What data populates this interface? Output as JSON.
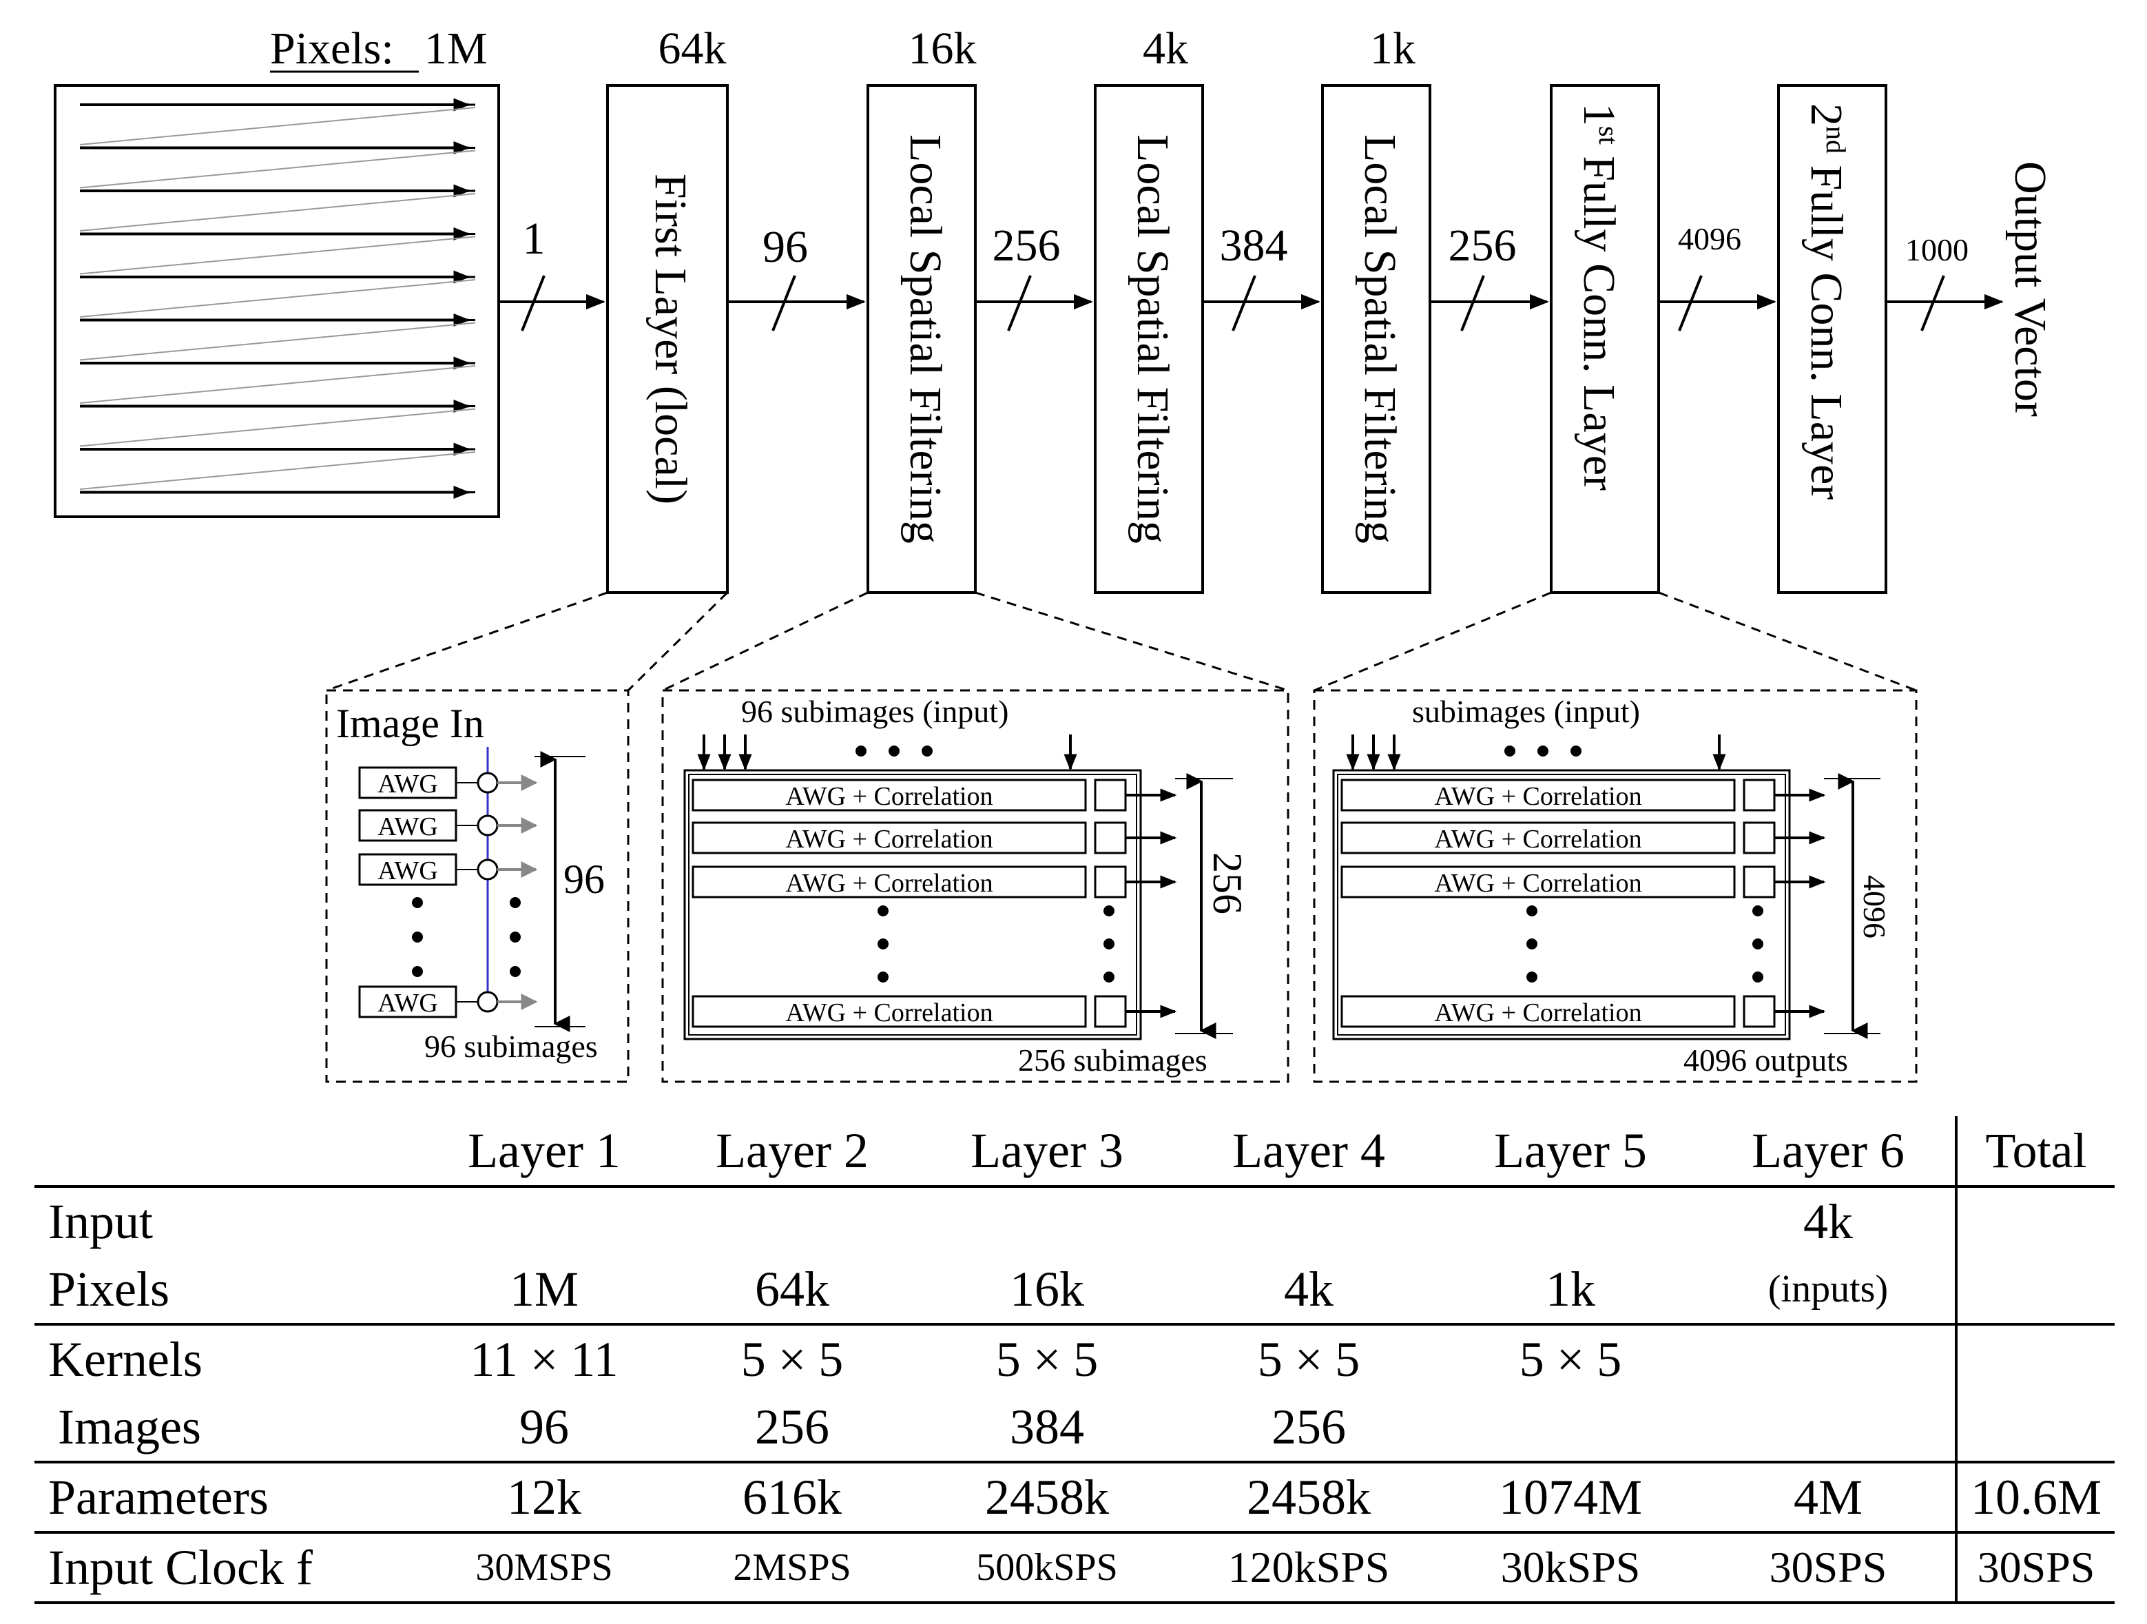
{
  "diagram": {
    "pixels_label": "Pixels:",
    "pixels_value": "1M",
    "size_labels": [
      "64k",
      "16k",
      "4k",
      "1k"
    ],
    "blocks": [
      "First Layer (local)",
      "Local Spatial Filtering",
      "Local Spatial Filtering",
      "Local Spatial Filtering",
      "Fully Conn. Layer",
      "Fully Conn. Layer"
    ],
    "fc1_number": "1",
    "fc1_suffix": "st",
    "fc2_number": "2",
    "fc2_suffix": "nd",
    "output_label": "Output Vector",
    "channel_counts": [
      "1",
      "96",
      "256",
      "384",
      "256",
      "4096",
      "1000"
    ],
    "detail1": {
      "title": "Image In",
      "awg_label": "AWG",
      "count_label": "96",
      "footer": "96 subimages"
    },
    "detail2": {
      "header": "96 subimages (input)",
      "row_label": "AWG + Correlation",
      "count_label": "256",
      "footer": "256 subimages"
    },
    "detail3": {
      "header": "subimages (input)",
      "row_label": "AWG + Correlation",
      "count_label": "4096",
      "footer": "4096 outputs"
    }
  },
  "table": {
    "headers": [
      "Layer 1",
      "Layer 2",
      "Layer 3",
      "Layer 4",
      "Layer 5",
      "Layer 6",
      "Total"
    ],
    "row_input_label_1": "Input",
    "row_input_label_2": "Pixels",
    "input_pixels": [
      "1M",
      "64k",
      "16k",
      "4k",
      "1k"
    ],
    "layer6_input_top": "4k",
    "layer6_input_bottom": "(inputs)",
    "row_kernels_label_1": "Kernels",
    "row_kernels_label_2": "Images",
    "kernels": [
      "11 × 11",
      "5 × 5",
      "5 × 5",
      "5 × 5",
      "5 × 5"
    ],
    "images": [
      "96",
      "256",
      "384",
      "256"
    ],
    "row_params_label": "Parameters",
    "parameters": [
      "12k",
      "616k",
      "2458k",
      "2458k",
      "1074M",
      "4M"
    ],
    "parameters_total": "10.6M",
    "row_clock_label": "Input Clock f",
    "clock": [
      "30MSPS",
      "2MSPS",
      "500kSPS",
      "120kSPS",
      "30kSPS",
      "30SPS"
    ],
    "clock_total": "30SPS"
  }
}
